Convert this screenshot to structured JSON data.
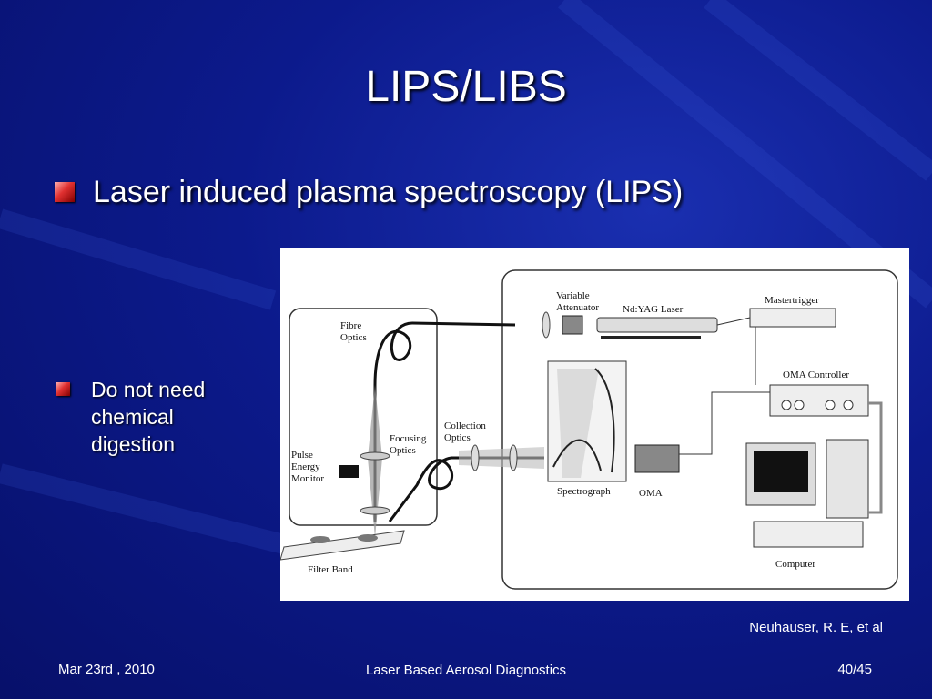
{
  "slide": {
    "title": "LIPS/LIBS",
    "bullet_main": "Laser induced plasma spectroscopy (LIPS)",
    "bullet_sub": "Do not need chemical digestion",
    "citation": "Neuhauser, R. E, et al"
  },
  "figure": {
    "labels": {
      "fibre_optics_1": "Fibre",
      "fibre_optics_2": "Optics",
      "variable_1": "Variable",
      "variable_2": "Attenuator",
      "laser": "Nd:YAG Laser",
      "mastertrigger": "Mastertrigger",
      "oma_controller": "OMA Controller",
      "collection_1": "Collection",
      "collection_2": "Optics",
      "focusing_1": "Focusing",
      "focusing_2": "Optics",
      "pulse_1": "Pulse",
      "pulse_2": "Energy",
      "pulse_3": "Monitor",
      "spectrograph": "Spectrograph",
      "oma": "OMA",
      "computer": "Computer",
      "filter_band": "Filter Band"
    }
  },
  "footer": {
    "date": "Mar 23rd , 2010",
    "center": "Laser Based Aerosol Diagnostics",
    "page": "40/45"
  }
}
